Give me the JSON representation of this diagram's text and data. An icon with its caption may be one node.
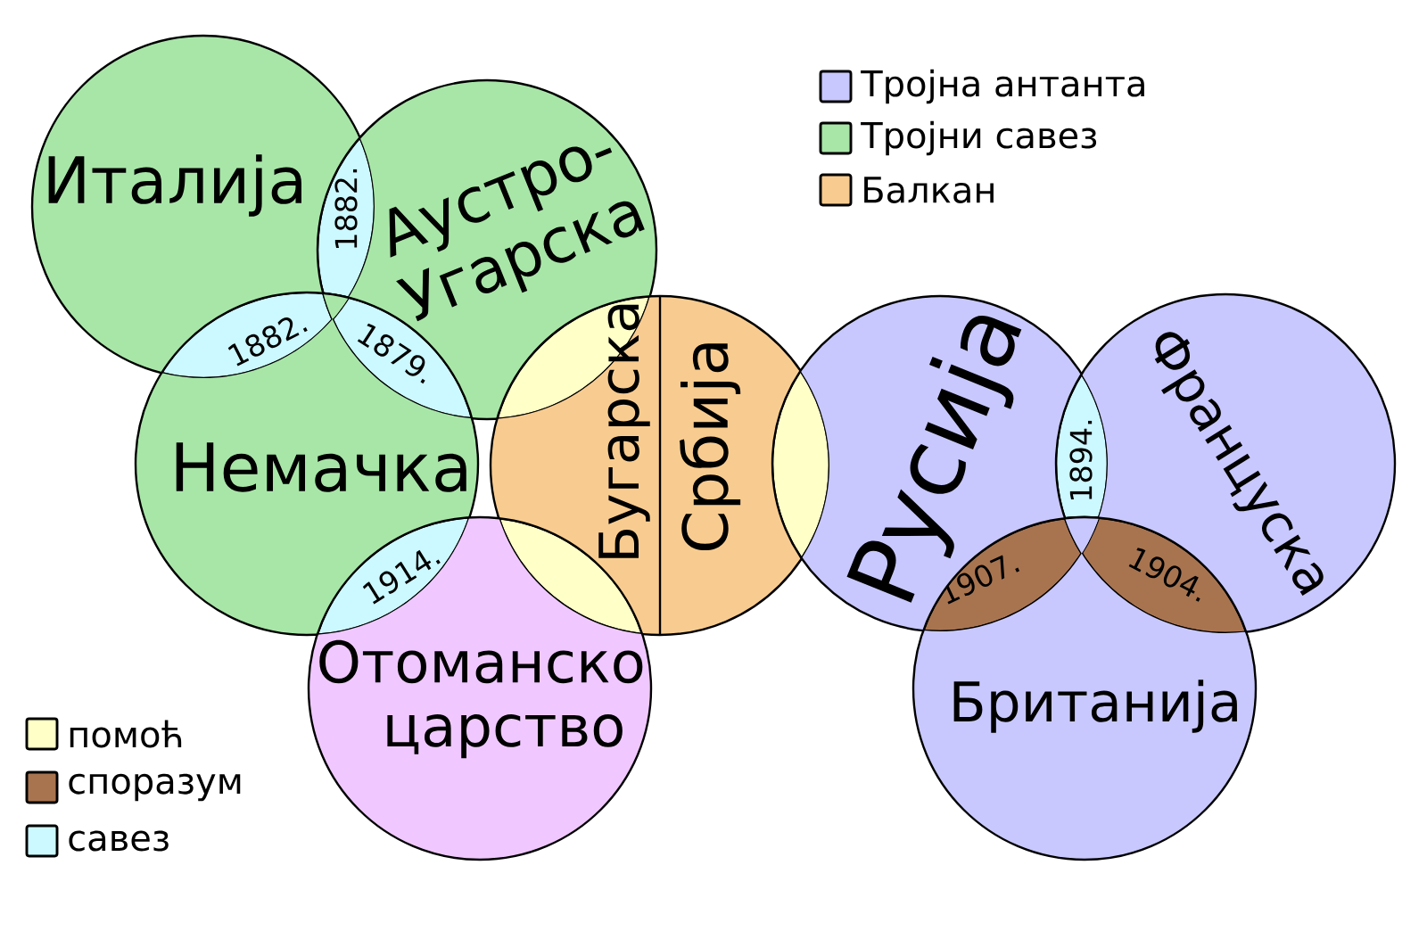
{
  "diagram": {
    "nodes": [
      {
        "text": [
          "Италија"
        ]
      },
      {
        "text": [
          "Аустро-Угарска"
        ]
      },
      {
        "text": [
          "Немачка"
        ]
      },
      {
        "text": [
          "Бугарска",
          "Србија"
        ]
      },
      {
        "text": [
          "Русија"
        ]
      },
      {
        "text": [
          "Француска"
        ]
      },
      {
        "text": [
          "Британија"
        ]
      },
      {
        "text": [
          "Отоманско царство"
        ]
      },
      {
        "text": [
          "1882."
        ]
      },
      {
        "text": [
          "1882."
        ]
      },
      {
        "text": [
          "1879."
        ]
      },
      {
        "text": [],
        "shape": "lens"
      },
      {
        "text": [],
        "shape": "lens"
      },
      {
        "text": [
          "1894."
        ]
      },
      {
        "text": [
          "1914."
        ]
      },
      {
        "text": [],
        "shape": "lens"
      },
      {
        "text": [
          "1907."
        ]
      },
      {
        "text": [
          "1904."
        ]
      }
    ],
    "legend": [
      {
        "text": "Тројна антанта",
        "color": "#c8c8ff"
      },
      {
        "text": "Тројни савез",
        "color": "#a8e6a8"
      },
      {
        "text": "Балкан",
        "color": "#f8cc90"
      },
      {
        "text": "помоћ",
        "color": "#ffffc8"
      },
      {
        "text": "споразум",
        "color": "#a87450"
      },
      {
        "text": "савез",
        "color": "#ccf8ff"
      }
    ]
  }
}
